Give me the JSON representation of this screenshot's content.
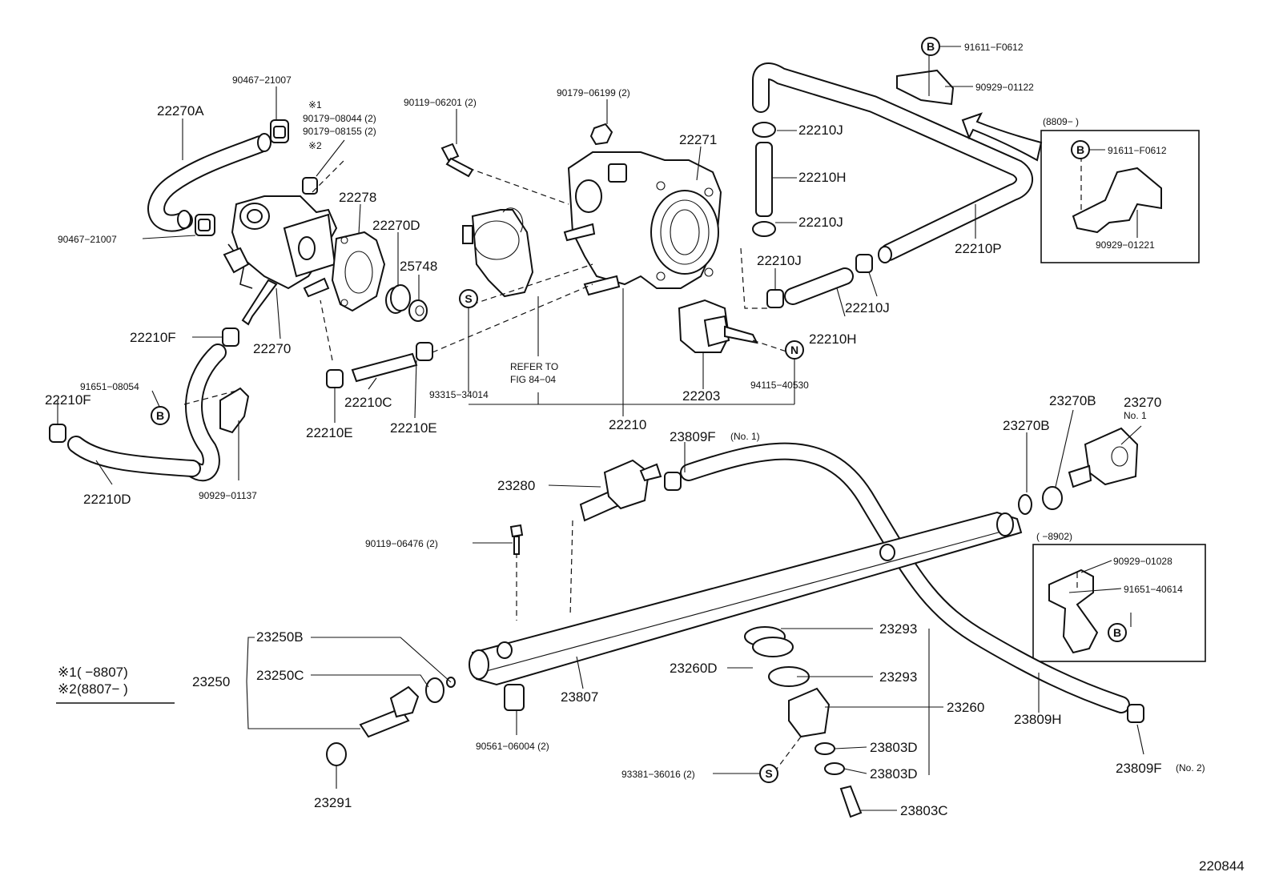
{
  "diagram_id": "220844",
  "legend": {
    "note1_mark": "※1",
    "note1_range": "(      −8807)",
    "note2_mark": "※2",
    "note2_range": "(8807−      )"
  },
  "parts": {
    "p22270A": "22270A",
    "p90467_21007_top": "90467−21007",
    "note1_mark": "※1",
    "p90179_08044": "90179−08044 (2)",
    "p90179_08155": "90179−08155 (2)",
    "note2_mark": "※2",
    "p90467_21007_left": "90467−21007",
    "p90119_06201": "90119−06201 (2)",
    "p90179_06199": "90179−06199 (2)",
    "p22278": "22278",
    "p22270D": "22270D",
    "p25748": "25748",
    "p22271": "22271",
    "p22210F_top": "22210F",
    "p22270": "22270",
    "p91651_08054": "91651−08054",
    "p22210F_left": "22210F",
    "p22210D": "22210D",
    "p90929_01137": "90929−01137",
    "p22210C": "22210C",
    "p22210E_left": "22210E",
    "p22210E_right": "22210E",
    "refer_to_line1": "REFER TO",
    "refer_to_line2": "FIG 84−04",
    "p93315_34014": "93315−34014",
    "p22210": "22210",
    "p22203": "22203",
    "p94115_40530": "94115−40530",
    "p22210J_a": "22210J",
    "p22210H_a": "22210H",
    "p22210J_b": "22210J",
    "p22210J_c": "22210J",
    "p22210H_b": "22210H",
    "p22210J_d": "22210J",
    "p22210P": "22210P",
    "p91611_F0612_top": "91611−F0612",
    "p90929_01122": "90929−01122",
    "box1_range": "(8809−      )",
    "p91611_F0612_box": "91611−F0612",
    "p90929_01221": "90929−01221",
    "p23809F_1": "23809F",
    "p23809F_1_note": "(No. 1)",
    "p23270B_a": "23270B",
    "p23270B_b": "23270B",
    "p23270": "23270",
    "p23270_note": "No. 1",
    "box2_range": "(      −8902)",
    "p90929_01028": "90929−01028",
    "p91651_40614": "91651−40614",
    "p23280": "23280",
    "p90119_06476": "90119−06476 (2)",
    "p23250B": "23250B",
    "p23250": "23250",
    "p23250C": "23250C",
    "p23807": "23807",
    "p90561_06004": "90561−06004 (2)",
    "p23291": "23291",
    "p23293_a": "23293",
    "p23260D": "23260D",
    "p23293_b": "23293",
    "p23260": "23260",
    "p23803D_a": "23803D",
    "p93381_36016": "93381−36016 (2)",
    "p23803D_b": "23803D",
    "p23803C": "23803C",
    "p23809H": "23809H",
    "p23809F_2": "23809F",
    "p23809F_2_note": "(No. 2)"
  },
  "markers": {
    "b": "B",
    "s": "S",
    "n": "N"
  }
}
